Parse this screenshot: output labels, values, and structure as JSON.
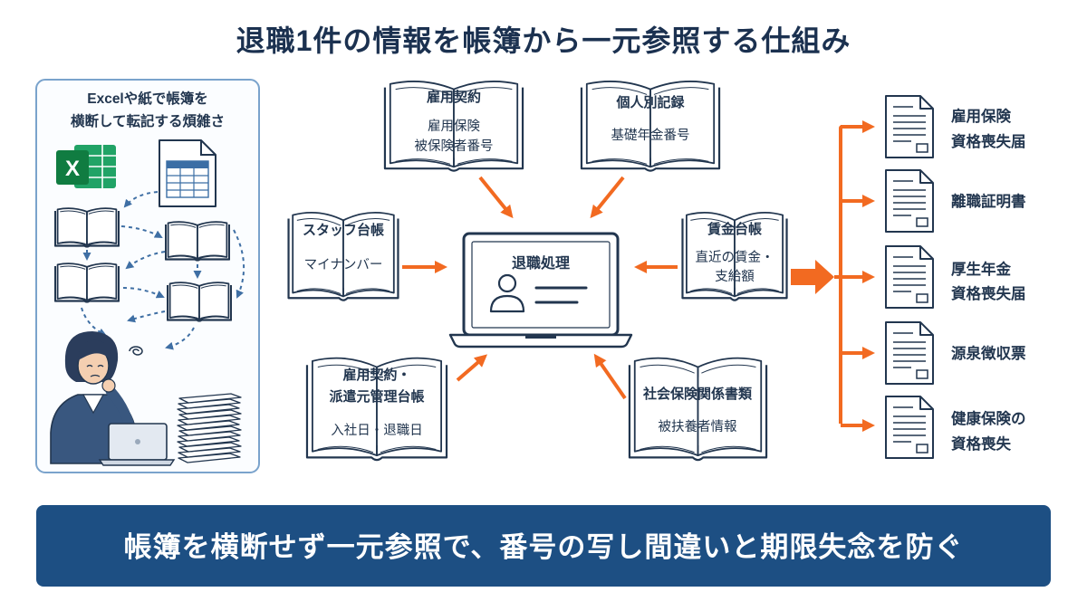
{
  "title": "退職1件の情報を帳簿から一元参照する仕組み",
  "colors": {
    "navy": "#1d4f83",
    "orange": "#f26a21",
    "ink": "#22364f",
    "panel": "#7aa3cc",
    "dash": "#3f6fa4",
    "excel": "#107c41"
  },
  "left_panel": {
    "caption": [
      "Excelや紙で帳簿を",
      "横断して転記する煩雑さ"
    ],
    "excel_logo_letter": "X"
  },
  "ledgers": [
    {
      "title": [
        "雇用契約"
      ],
      "details": [
        "雇用保険",
        "被保険者番号"
      ]
    },
    {
      "title": [
        "個人別記録"
      ],
      "details": [
        "基礎年金番号"
      ]
    },
    {
      "title": [
        "スタッフ台帳"
      ],
      "details": [
        "マイナンバー"
      ]
    },
    {
      "title": [
        "賃金台帳"
      ],
      "details": [
        "直近の賃金・",
        "支給額"
      ]
    },
    {
      "title": [
        "雇用契約・",
        "派遣元管理台帳"
      ],
      "details": [
        "入社日・退職日"
      ]
    },
    {
      "title": [
        "社会保険関係書類"
      ],
      "details": [
        "被扶養者情報"
      ]
    }
  ],
  "center": {
    "label": "退職処理"
  },
  "outputs": [
    {
      "lines": [
        "雇用保険",
        "資格喪失届"
      ]
    },
    {
      "lines": [
        "離職証明書"
      ]
    },
    {
      "lines": [
        "厚生年金",
        "資格喪失届"
      ]
    },
    {
      "lines": [
        "源泉徴収票"
      ]
    },
    {
      "lines": [
        "健康保険の",
        "資格喪失"
      ]
    }
  ],
  "banner": "帳簿を横断せず一元参照で、番号の写し間違いと期限失念を防ぐ",
  "icons": {
    "ledger": "open-book-icon",
    "center": "laptop-icon",
    "user": "user-icon",
    "output": "document-icon",
    "spreadsheet": "excel-icon",
    "table": "table-document-icon",
    "worker": "worried-person-icon",
    "papers": "paper-stack-icon"
  }
}
